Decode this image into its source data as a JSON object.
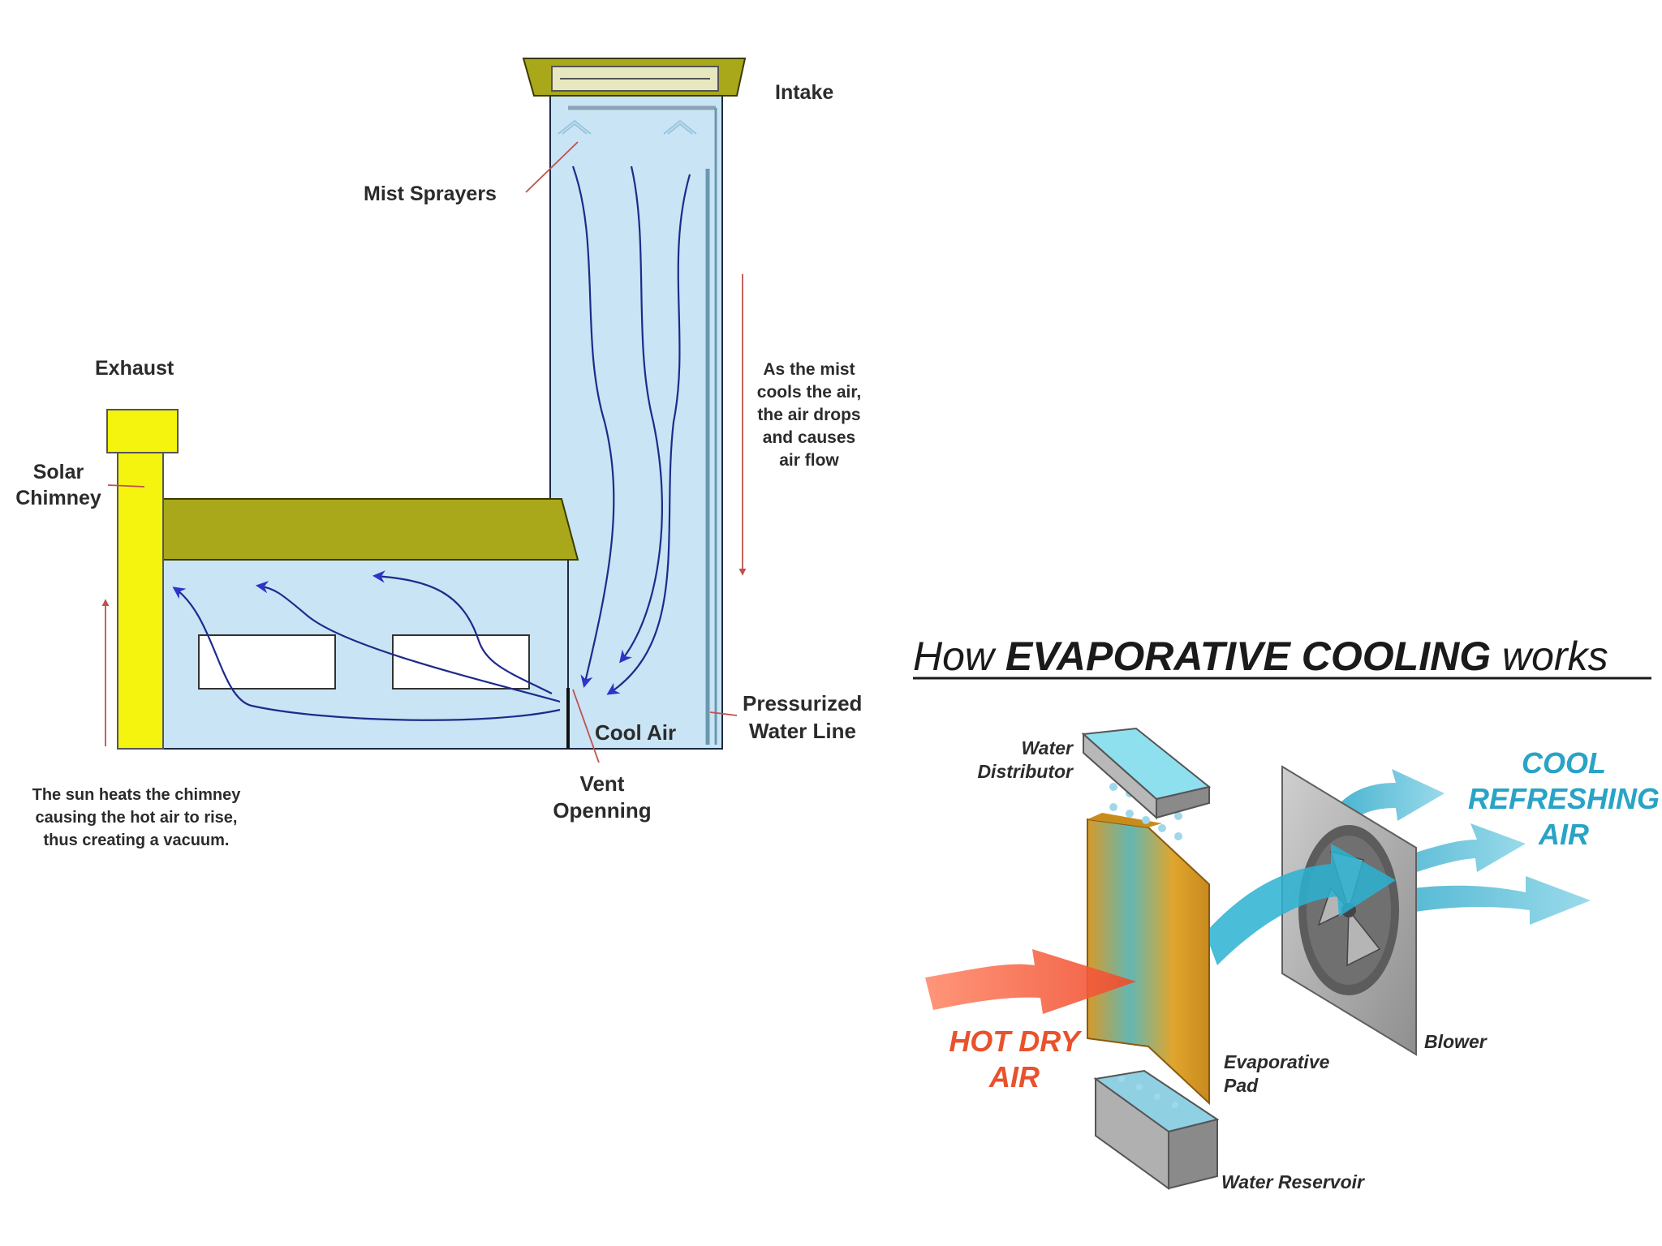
{
  "left_diagram": {
    "labels": {
      "intake": "Intake",
      "mist_sprayers": "Mist Sprayers",
      "exhaust": "Exhaust",
      "solar_chimney_1": "Solar",
      "solar_chimney_2": "Chimney",
      "mist_note_1": "As the mist",
      "mist_note_2": "cools the air,",
      "mist_note_3": "the air drops",
      "mist_note_4": "and causes",
      "mist_note_5": "air flow",
      "pressurized_1": "Pressurized",
      "pressurized_2": "Water Line",
      "cool_air": "Cool Air",
      "vent_1": "Vent",
      "vent_2": "Openning",
      "sun_note_1": "The sun heats the chimney",
      "sun_note_2": "causing the hot air to rise,",
      "sun_note_3": "thus creating a vacuum."
    }
  },
  "right_diagram": {
    "title_prefix": "How ",
    "title_bold": "EVAPORATIVE COOLING",
    "title_suffix": " works",
    "labels": {
      "water_distributor_1": "Water",
      "water_distributor_2": "Distributor",
      "cool_1": "COOL",
      "cool_2": "REFRESHING",
      "cool_3": "AIR",
      "hot_1": "HOT DRY",
      "hot_2": "AIR",
      "blower": "Blower",
      "pad_1": "Evaporative",
      "pad_2": "Pad",
      "reservoir": "Water Reservoir"
    }
  },
  "colors": {
    "sky_blue": "#c9e4f5",
    "roof_olive": "#a8a81a",
    "chimney_yellow": "#f4f40e",
    "flow_line": "#1f2a8a",
    "leader_red": "#c0504d",
    "cool_cyan": "#29a3c6",
    "hot_orange": "#e8522c",
    "pad_gold": "#d8a02c"
  }
}
